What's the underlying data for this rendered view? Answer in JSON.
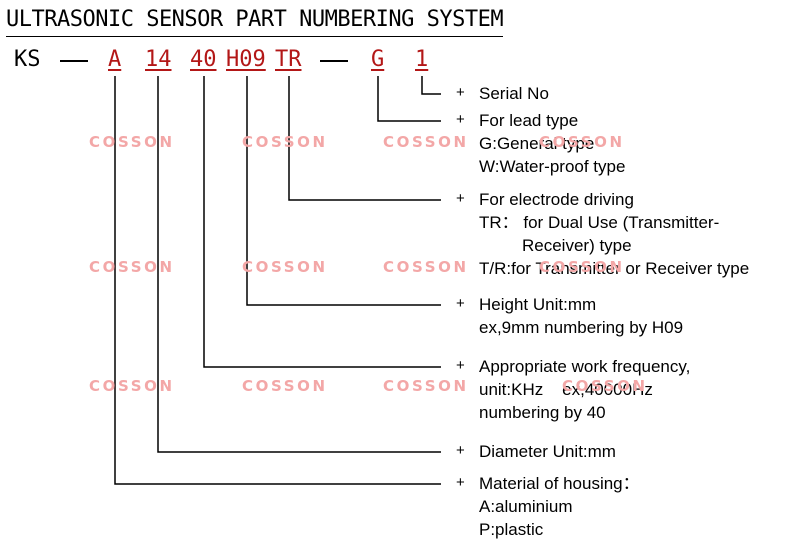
{
  "title": "ULTRASONIC SENSOR PART NUMBERING SYSTEM",
  "code": {
    "prefix": "KS",
    "material": "A",
    "diameter": "14",
    "frequency": "40",
    "height": "H09",
    "electrode": "TR",
    "lead": "G",
    "serial": "1"
  },
  "watermark": "COSSON",
  "bullet": "+",
  "descriptions": {
    "serial": [
      "Serial No"
    ],
    "lead": [
      "For lead type",
      "G:General type",
      "W:Water-proof type"
    ],
    "electrode": [
      "For electrode driving",
      "TR： for Dual Use (Transmitter-",
      "Receiver) type",
      "T/R:for Transmitter or Receiver type"
    ],
    "height": [
      "Height Unit:mm",
      "ex,9mm numbering by H09"
    ],
    "frequency": [
      "Appropriate work frequency,",
      "unit:KHz    ex,40000Hz",
      "numbering by 40"
    ],
    "diameter": [
      "Diameter Unit:mm"
    ],
    "material": [
      "Material of housing：",
      "A:aluminium",
      "P:plastic"
    ]
  },
  "colors": {
    "code_red": "#b31717",
    "watermark": "#f3a7a7",
    "text": "#000000"
  }
}
